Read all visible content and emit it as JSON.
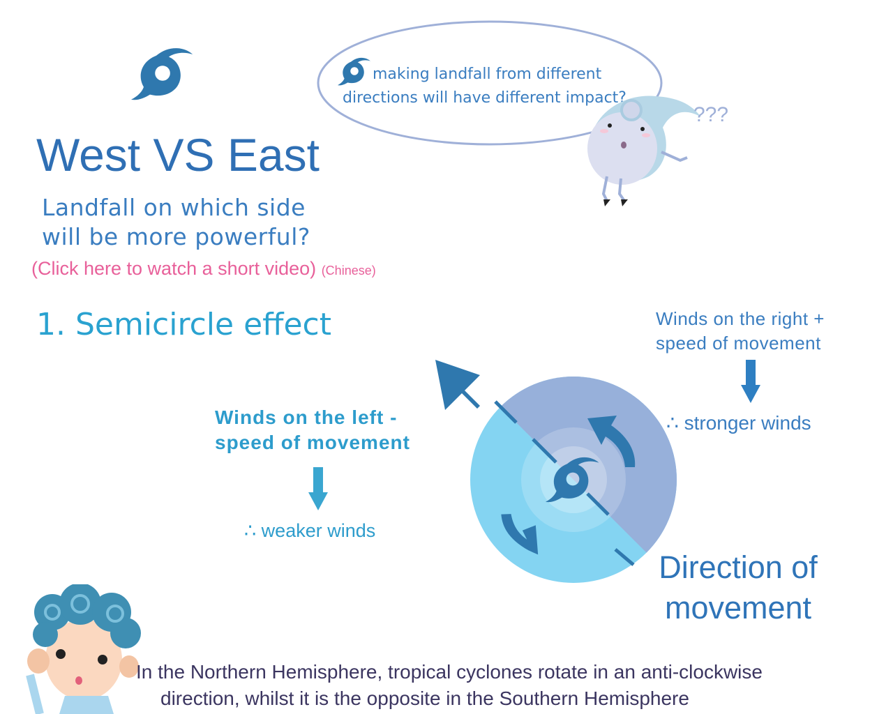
{
  "header": {
    "title": "West VS East",
    "subtitle_line1": "Landfall on which side",
    "subtitle_line2": "will be more powerful?",
    "video_link": "(Click here to watch a short video)",
    "video_lang": "(Chinese)"
  },
  "bubble": {
    "line1": "making landfall from different",
    "line2": "directions will have different impact?",
    "confused": "???"
  },
  "section": {
    "title": "1. Semicircle effect"
  },
  "right": {
    "line1": "Winds on the right +",
    "line2": "speed of movement",
    "result": "∴ stronger winds"
  },
  "left": {
    "line1": "Winds on the left -",
    "line2": "speed of movement",
    "result": "∴ weaker winds"
  },
  "direction": {
    "line1": "Direction of",
    "line2": "movement"
  },
  "footer": {
    "line1": "In the Northern Hemisphere, tropical cyclones rotate in an anti-clockwise",
    "line2": "direction, whilst it is the opposite in the Southern Hemisphere"
  },
  "colors": {
    "accent": "#2f78ae",
    "right_half": "#97b0da",
    "left_half": "#84d4f2",
    "link": "#e8609a"
  }
}
